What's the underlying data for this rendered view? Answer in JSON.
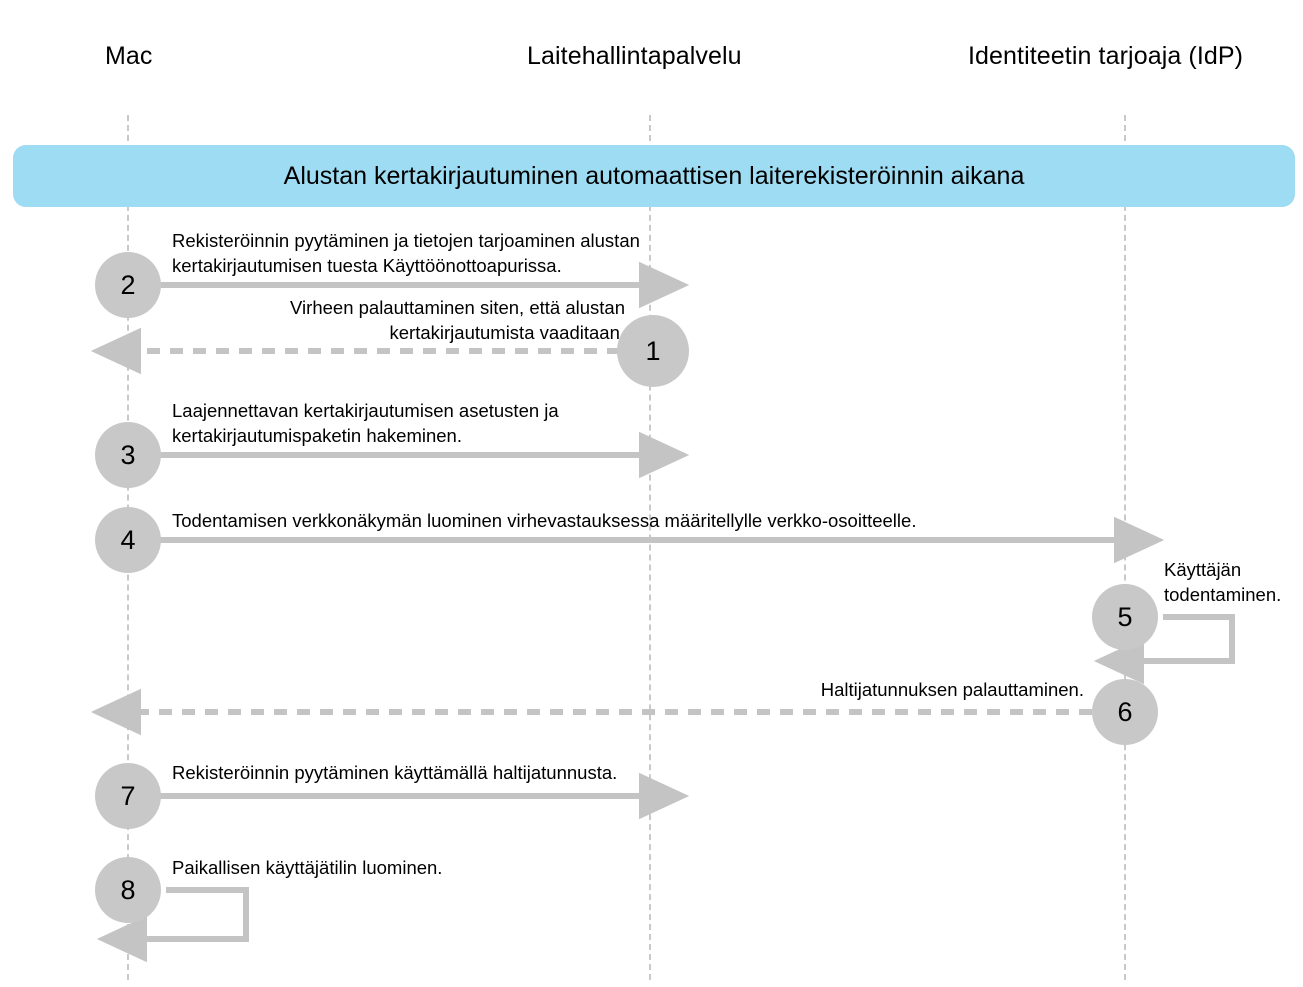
{
  "diagram": {
    "title": "Alustan kertakirjautuminen automaattisen laiterekisteröinnin aikana",
    "banner_color": "#9ddcf2",
    "line_color": "#c4c4c4",
    "circle_color": "#c8c8c8",
    "lifeline_color": "#c9c9c9",
    "actors": [
      {
        "id": "mac",
        "label": "Mac"
      },
      {
        "id": "mdm",
        "label": "Laitehallintapalvelu"
      },
      {
        "id": "idp",
        "label": "Identiteetin tarjoaja (IdP)"
      }
    ],
    "steps": [
      {
        "number": "1",
        "label": "Virheen palauttaminen siten, että alustan kertakirjautumista vaaditaan.",
        "from": "mdm",
        "to": "mac",
        "style": "dashed",
        "direction": "left"
      },
      {
        "number": "2",
        "label": "Rekisteröinnin pyytäminen ja tietojen tarjoaminen alustan kertakirjautumisen tuesta Käyttöönottoapurissa.",
        "from": "mac",
        "to": "mdm",
        "style": "solid",
        "direction": "right"
      },
      {
        "number": "3",
        "label": "Laajennettavan kertakirjautumisen asetusten ja kertakirjautumispaketin hakeminen.",
        "from": "mac",
        "to": "mdm",
        "style": "solid",
        "direction": "right"
      },
      {
        "number": "4",
        "label": "Todentamisen verkkonäkymän luominen virhevastauksessa määritellylle verkko-osoitteelle.",
        "from": "mac",
        "to": "idp",
        "style": "solid",
        "direction": "right"
      },
      {
        "number": "5",
        "label": "Käyttäjän todentaminen.",
        "from": "idp",
        "to": "idp",
        "style": "solid",
        "direction": "self"
      },
      {
        "number": "6",
        "label": "Haltijatunnuksen palauttaminen.",
        "from": "idp",
        "to": "mac",
        "style": "dashed",
        "direction": "left"
      },
      {
        "number": "7",
        "label": "Rekisteröinnin pyytäminen käyttämällä haltijatunnusta.",
        "from": "mac",
        "to": "mdm",
        "style": "solid",
        "direction": "right"
      },
      {
        "number": "8",
        "label": "Paikallisen käyttäjätilin luominen.",
        "from": "mac",
        "to": "mac",
        "style": "solid",
        "direction": "self"
      }
    ]
  }
}
